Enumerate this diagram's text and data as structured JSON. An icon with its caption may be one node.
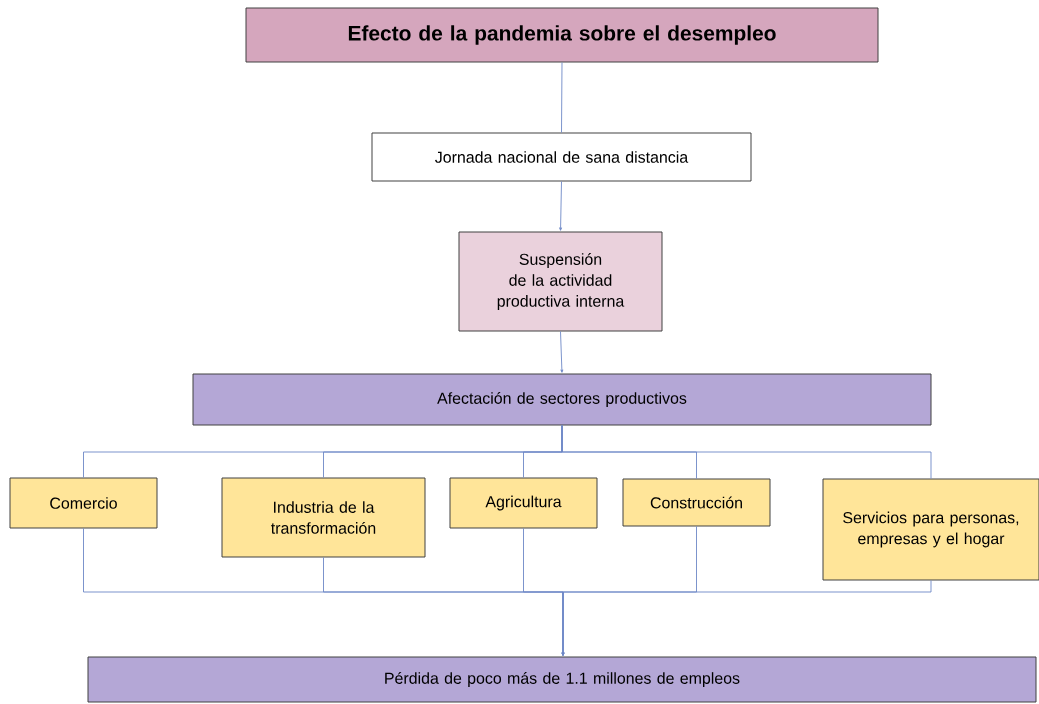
{
  "diagram": {
    "nodes": [
      {
        "text": [
          "Efecto de la pandemia sobre el desempleo"
        ]
      },
      {
        "text": [
          "Jornada nacional de sana distancia"
        ]
      },
      {
        "text": [
          "Suspensión de la actividad productiva interna"
        ]
      },
      {
        "text": [
          "Afectación de sectores productivos"
        ]
      },
      {
        "text": [
          "Comercio"
        ]
      },
      {
        "text": [
          "Industria de la transformación"
        ]
      },
      {
        "text": [
          "Agricultura"
        ]
      },
      {
        "text": [
          "Construcción"
        ]
      },
      {
        "text": [
          "Servicios para personas, empresas y el hogar"
        ]
      },
      {
        "text": [
          "Pérdida de poco más de 1.1 millones de empleos"
        ]
      }
    ],
    "edges": [
      {
        "from": 0,
        "to": 1,
        "arrow": "none"
      },
      {
        "from": 1,
        "to": 2,
        "arrow": "to"
      },
      {
        "from": 2,
        "to": 3,
        "arrow": "to"
      },
      {
        "from": 3,
        "to": 4,
        "arrow": "none"
      },
      {
        "from": 3,
        "to": 5,
        "arrow": "none"
      },
      {
        "from": 3,
        "to": 6,
        "arrow": "none"
      },
      {
        "from": 3,
        "to": 7,
        "arrow": "none"
      },
      {
        "from": 3,
        "to": 8,
        "arrow": "none"
      },
      {
        "from": 4,
        "to": 9,
        "arrow": "to"
      },
      {
        "from": 5,
        "to": 9,
        "arrow": "to"
      },
      {
        "from": 6,
        "to": 9,
        "arrow": "to"
      },
      {
        "from": 7,
        "to": 9,
        "arrow": "to"
      },
      {
        "from": 8,
        "to": 9,
        "arrow": "to"
      }
    ]
  }
}
